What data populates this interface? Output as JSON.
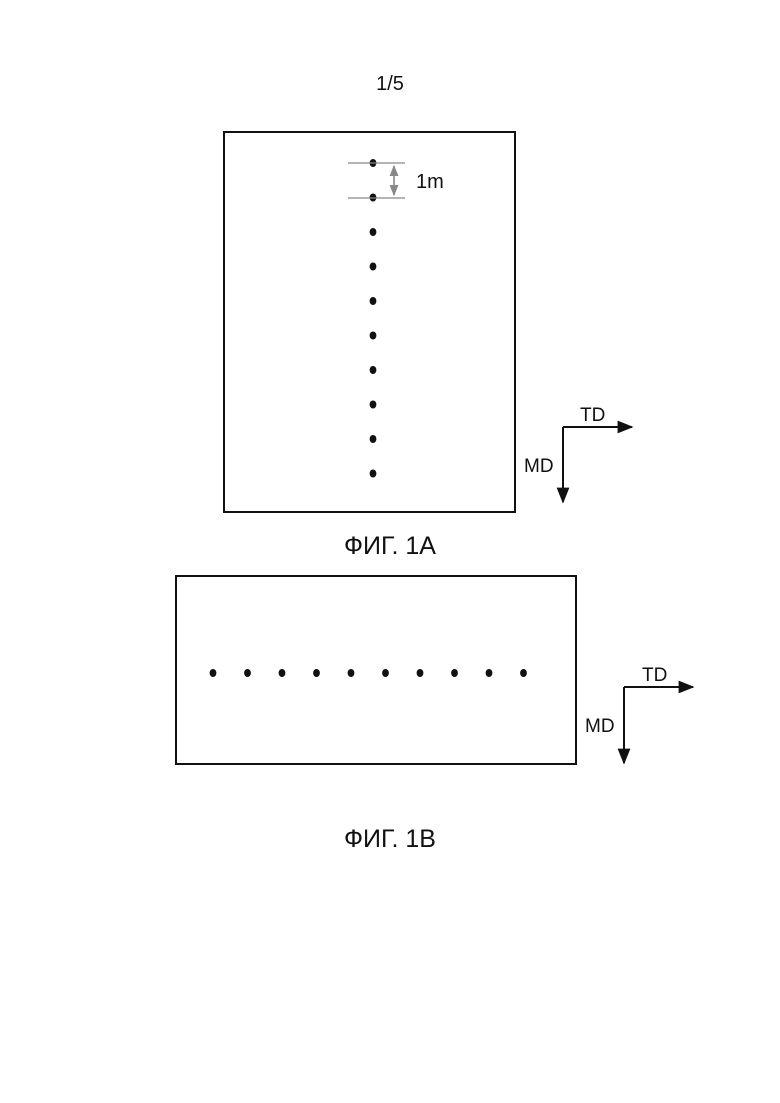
{
  "page": {
    "number": "1/5"
  },
  "figures": [
    {
      "id": "fig-1a",
      "caption": "ФИГ. 1А",
      "point_count": 10,
      "spacing_label": "1m",
      "axes": {
        "horizontal": "TD",
        "vertical": "MD"
      }
    },
    {
      "id": "fig-1b",
      "caption": "ФИГ. 1В",
      "point_count": 10,
      "axes": {
        "horizontal": "TD",
        "vertical": "MD"
      }
    }
  ],
  "colors": {
    "ink": "#111111",
    "dimension_line": "#888888",
    "background": "#ffffff"
  }
}
